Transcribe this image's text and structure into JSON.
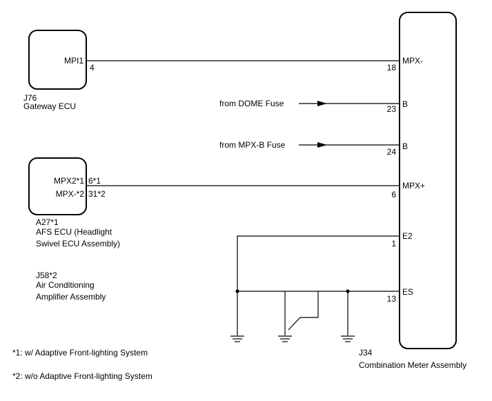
{
  "gateway_ecu": {
    "code": "J76",
    "name": "Gateway ECU",
    "pin_label": "MPI1",
    "pin_number": "4"
  },
  "afs_ecu": {
    "code": "A27*1",
    "name_line1": "AFS ECU (Headlight",
    "name_line2": "Swivel ECU Assembly)",
    "pin1_label": "MPX2*1",
    "pin1_number": "6*1",
    "pin2_label": "MPX-*2",
    "pin2_number": "31*2"
  },
  "air_conditioning": {
    "code": "J58*2",
    "name_line1": "Air Conditioning",
    "name_line2": "Amplifier Assembly"
  },
  "combination_meter": {
    "code": "J34",
    "name": "Combination Meter Assembly",
    "pins": [
      {
        "label": "MPX-",
        "number": "18"
      },
      {
        "label": "B",
        "number": "23"
      },
      {
        "label": "B",
        "number": "24"
      },
      {
        "label": "MPX+",
        "number": "6"
      },
      {
        "label": "E2",
        "number": "1"
      },
      {
        "label": "ES",
        "number": "13"
      }
    ]
  },
  "fuse_sources": {
    "dome": "from DOME Fuse",
    "mpx_b": "from MPX-B Fuse"
  },
  "notes": {
    "note1": "*1: w/ Adaptive Front-lighting System",
    "note2": "*2: w/o Adaptive Front-lighting System"
  }
}
